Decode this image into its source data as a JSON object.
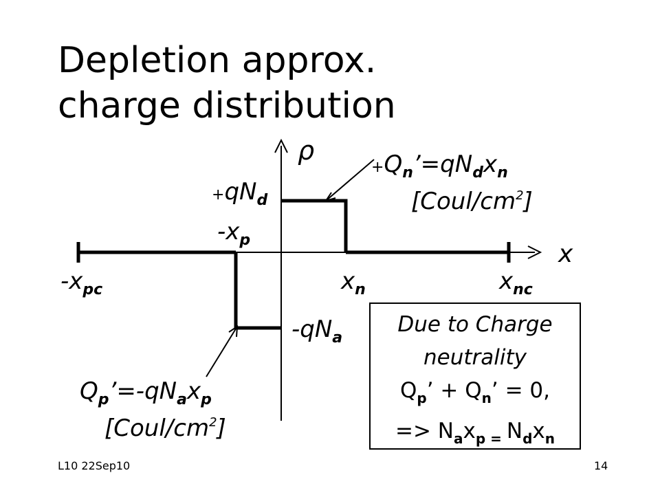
{
  "title": {
    "line1": "Depletion approx.",
    "line2": "charge distribution"
  },
  "axes": {
    "y_symbol": "ρ",
    "x_symbol": "x"
  },
  "labels": {
    "plus_qNd": {
      "prefix": "+",
      "base": "qN",
      "sub": "d"
    },
    "minus_xp": {
      "base": "-x",
      "sub": "p"
    },
    "minus_xpc": {
      "base": "-x",
      "sub": "pc"
    },
    "xn": {
      "base": "x",
      "sub": "n"
    },
    "xnc": {
      "base": "x",
      "sub": "nc"
    },
    "minus_qNa": {
      "base": "-qN",
      "sub": "a"
    },
    "Qn": {
      "prefix": "+",
      "q": "Q",
      "q_sub": "n",
      "eq": "’=qN",
      "n_sub": "d",
      "x": "x",
      "x_sub": "n"
    },
    "Qn_units": {
      "open": "[Coul/cm",
      "sup": "2",
      "close": "]"
    },
    "Qp": {
      "q": "Q",
      "q_sub": "p",
      "eq": "’=-qN",
      "n_sub": "a",
      "x": "x",
      "x_sub": "p"
    },
    "Qp_units": {
      "open": "[Coul/cm",
      "sup": "2",
      "close": "]"
    }
  },
  "note_box": {
    "line1": "Due to Charge",
    "line2": "neutrality",
    "line3": {
      "q1": "Q",
      "q1_sub": "p",
      "mid": "’ + Q",
      "q2_sub": "n",
      "end": "’ = 0,"
    },
    "line4": {
      "start": "=> N",
      "n1_sub": "a",
      "x1": "x",
      "x1_sub": "p",
      "eq": " = ",
      "n2": "N",
      "n2_sub": "d",
      "x2": "x",
      "x2_sub": "n"
    }
  },
  "footer": {
    "left": "L10 22Sep10",
    "right": "14"
  }
}
